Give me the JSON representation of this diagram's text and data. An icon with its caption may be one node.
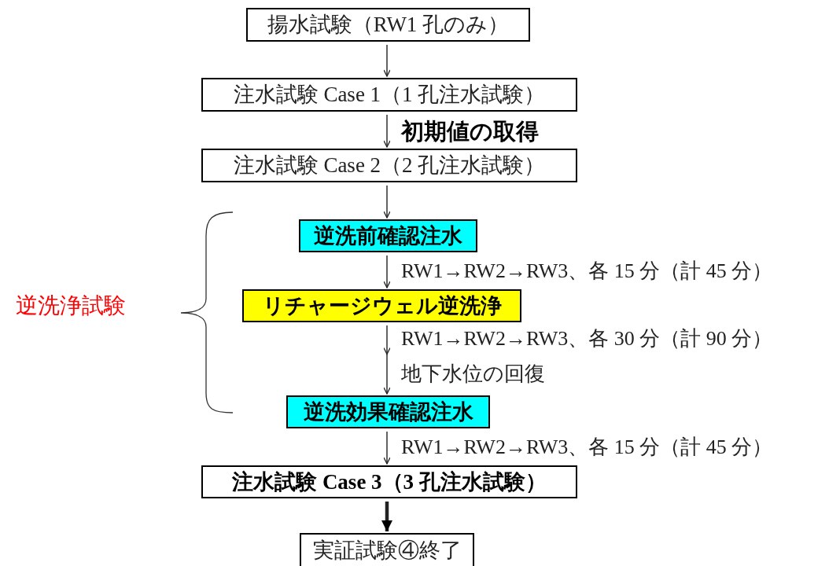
{
  "diagram": {
    "nodes": [
      {
        "text": [
          "揚水試験（RW1 孔のみ）"
        ]
      },
      {
        "text": [
          "注水試験 Case 1（1 孔注水試験）"
        ]
      },
      {
        "text": [
          "注水試験 Case 2（2 孔注水試験）"
        ]
      },
      {
        "text": [
          "逆洗前確認注水"
        ]
      },
      {
        "text": [
          "リチャージウェル逆洗浄"
        ]
      },
      {
        "text": [
          "逆洗効果確認注水"
        ]
      },
      {
        "text": [
          "注水試験 Case 3（3 孔注水試験）"
        ]
      },
      {
        "text": [
          "実証試験④終了"
        ]
      }
    ],
    "edges": [
      {
        "from": 0,
        "to": 1,
        "arrow": "to"
      },
      {
        "from": 1,
        "to": 2,
        "arrow": "to",
        "label": "初期値の取得"
      },
      {
        "from": 2,
        "to": 3,
        "arrow": "to"
      },
      {
        "from": 3,
        "to": 4,
        "arrow": "to",
        "label": "RW1→RW2→RW3、各 15 分（計 45 分）"
      },
      {
        "from": 4,
        "to": 5,
        "arrow": "to",
        "label": "RW1→RW2→RW3、各 30 分（計 90 分）"
      },
      {
        "from": 5,
        "to": 6,
        "arrow": "to",
        "label": "RW1→RW2→RW3、各 15 分（計 45 分）"
      },
      {
        "from": 6,
        "to": 7,
        "arrow": "to",
        "style": "thick"
      }
    ],
    "labels": [
      "逆洗浄試験",
      "地下水位の回復"
    ]
  }
}
